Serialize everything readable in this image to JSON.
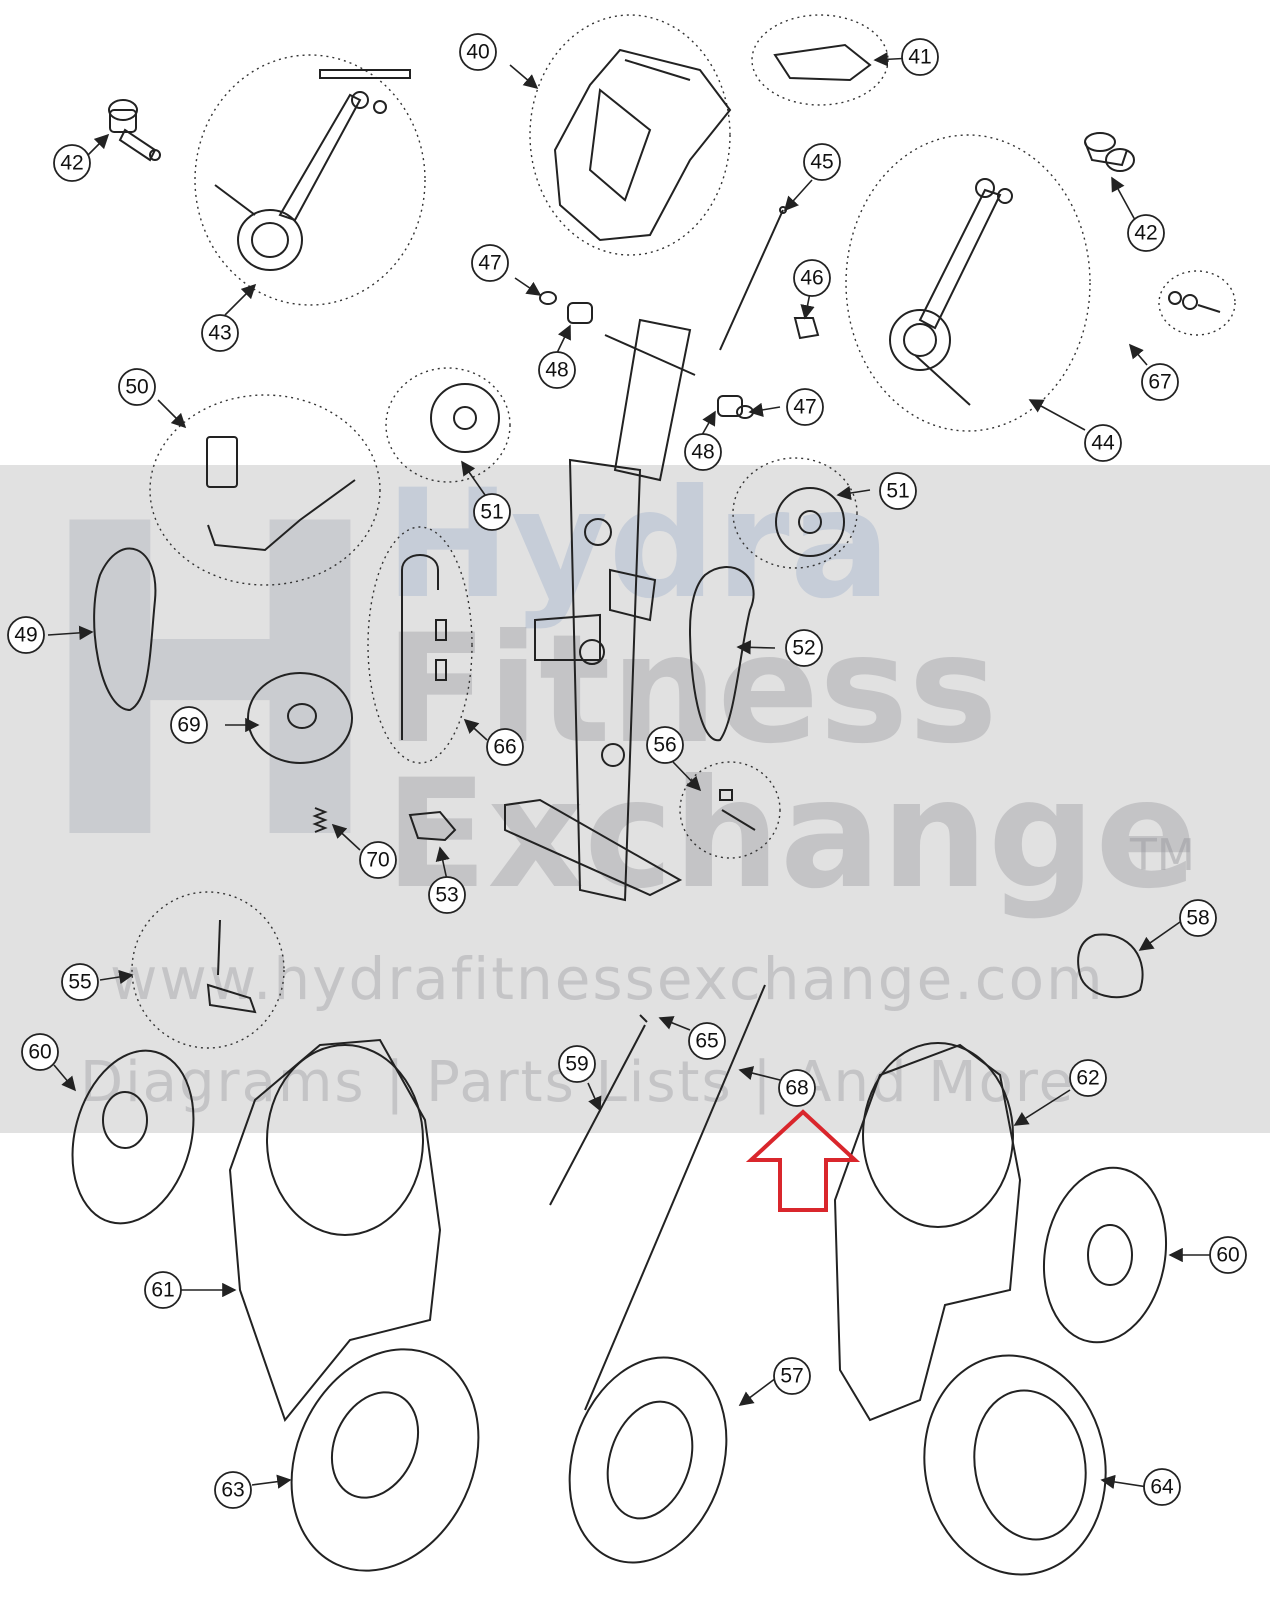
{
  "watermark": {
    "logo_mark": "H",
    "word_1": "Hydra",
    "word_2": "Fitness",
    "word_3": "Exchange",
    "trademark": "TM",
    "url": "www.hydrafitnessexchange.com",
    "tagline": "Diagrams | Parts Lists | And More"
  },
  "callouts": [
    "40",
    "41",
    "42",
    "43",
    "42",
    "44",
    "45",
    "46",
    "47",
    "48",
    "47",
    "48",
    "50",
    "51",
    "51",
    "67",
    "49",
    "52",
    "69",
    "66",
    "56",
    "70",
    "53",
    "55",
    "58",
    "65",
    "60",
    "59",
    "68",
    "62",
    "61",
    "60",
    "57",
    "63",
    "64"
  ],
  "highlight_color": "#d9262c",
  "line_color": "#222222"
}
